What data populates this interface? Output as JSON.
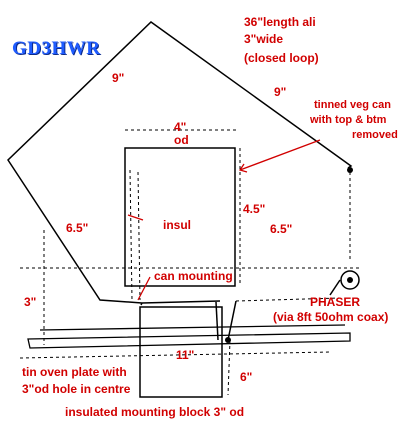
{
  "title": "GD3HWR",
  "labels": {
    "loop_1": "36\"length ali",
    "loop_2": "3\"wide",
    "loop_3": "(closed loop)",
    "top_left_side": "9\"",
    "top_right_side": "9\"",
    "can_width_1": "4\"",
    "can_width_2": "od",
    "can_desc_1": "tinned veg can",
    "can_desc_2": "with top & btm",
    "can_desc_3": "removed",
    "can_height": "4.5\"",
    "insul": "insul",
    "left_side": "6.5\"",
    "right_side": "6.5\"",
    "can_mounting": "can mounting",
    "left_gap": "3\"",
    "phaser_1": "PHASER",
    "phaser_2": "(via 8ft 50ohm coax)",
    "plate_width": "11\"",
    "plate_desc_1": "tin oven plate with",
    "plate_desc_2": "3\"od hole in centre",
    "block_height": "6\"",
    "block_desc": "insulated mounting block 3\" od"
  },
  "colors": {
    "line": "#000000",
    "text": "#d10000",
    "title": "#1f5cff"
  }
}
